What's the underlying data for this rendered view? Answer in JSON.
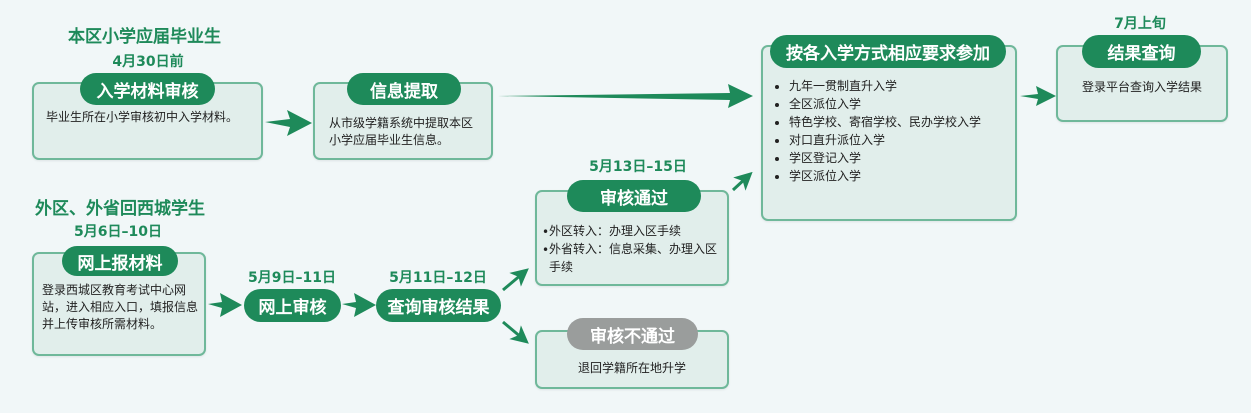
{
  "local": {
    "heading": "本区小学应届毕业生",
    "step1": {
      "date": "4月30日前",
      "title": "入学材料审核",
      "desc": "毕业生所在小学审核初中入学材料。"
    },
    "step2": {
      "title": "信息提取",
      "desc": "从市级学籍系统中提取本区小学应届毕业生信息。"
    }
  },
  "external": {
    "heading": "外区、外省回西城学生",
    "step1": {
      "date": "5月6日–10日",
      "title": "网上报材料",
      "desc": "登录西城区教育考试中心网站，进入相应入口，填报信息并上传审核所需材料。"
    },
    "step2": {
      "date": "5月9日–11日",
      "title": "网上审核"
    },
    "step3": {
      "date": "5月11日–12日",
      "title": "查询审核结果"
    },
    "pass": {
      "date": "5月13日–15日",
      "title": "审核通过",
      "items": [
        "外区转入：办理入区手续",
        "外省转入：信息采集、办理入区手续"
      ]
    },
    "fail": {
      "title": "审核不通过",
      "desc": "退回学籍所在地升学"
    }
  },
  "enroll": {
    "title": "按各入学方式相应要求参加",
    "items": [
      "九年一贯制直升入学",
      "全区派位入学",
      "特色学校、寄宿学校、民办学校入学",
      "对口直升派位入学",
      "学区登记入学",
      "学区派位入学"
    ]
  },
  "result": {
    "date": "7月上旬",
    "title": "结果查询",
    "desc": "登录平台查询入学结果"
  },
  "colors": {
    "green": "#1e8a5a",
    "box": "#e1eeeb",
    "border": "#6fb89a",
    "gray": "#9a9d9c",
    "background": "#f1f7f8"
  }
}
